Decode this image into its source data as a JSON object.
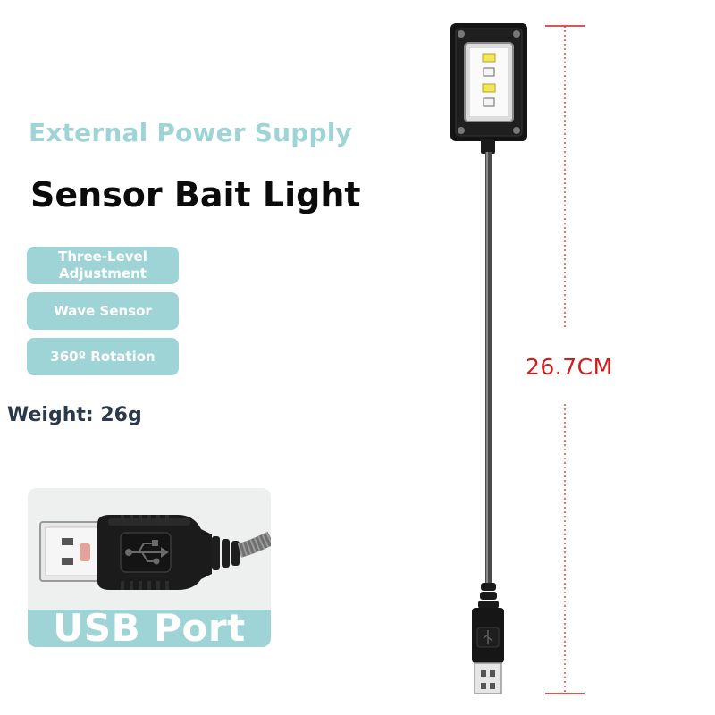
{
  "subtitle": "External Power Supply",
  "title": "Sensor Bait Light",
  "features": [
    "Three-Level Adjustment",
    "Wave Sensor",
    "360º Rotation"
  ],
  "weight": "Weight: 26g",
  "usb_card": {
    "label": "USB Port",
    "icon": "usb-symbol-icon"
  },
  "dimension": {
    "label": "26.7CM",
    "color": "#cc1e1e"
  },
  "colors": {
    "accent": "#9fd4d6",
    "title": "#0b0b0b",
    "weight_text": "#2b3a4a"
  }
}
